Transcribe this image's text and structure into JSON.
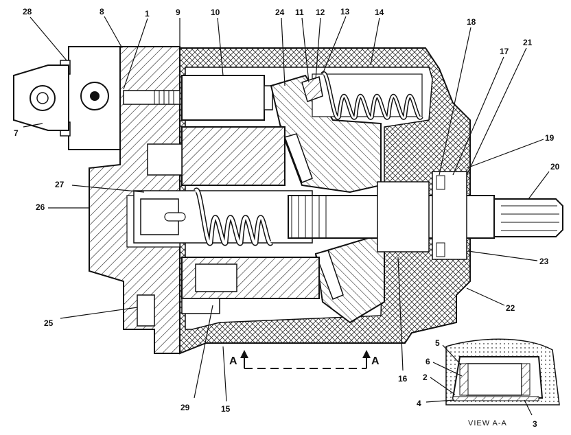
{
  "labels": {
    "l1": "1",
    "l2": "2",
    "l3": "3",
    "l4": "4",
    "l5": "5",
    "l6": "6",
    "l7": "7",
    "l8": "8",
    "l9": "9",
    "l10": "10",
    "l11": "11",
    "l12": "12",
    "l13": "13",
    "l14": "14",
    "l15": "15",
    "l16": "16",
    "l17": "17",
    "l18": "18",
    "l19": "19",
    "l20": "20",
    "l21": "21",
    "l22": "22",
    "l23": "23",
    "l24": "24",
    "l25": "25",
    "l26": "26",
    "l27": "27",
    "l28": "28",
    "l29": "29"
  },
  "section_marks": {
    "left": "A",
    "right": "A"
  },
  "view_caption": "VIEW  A-A"
}
